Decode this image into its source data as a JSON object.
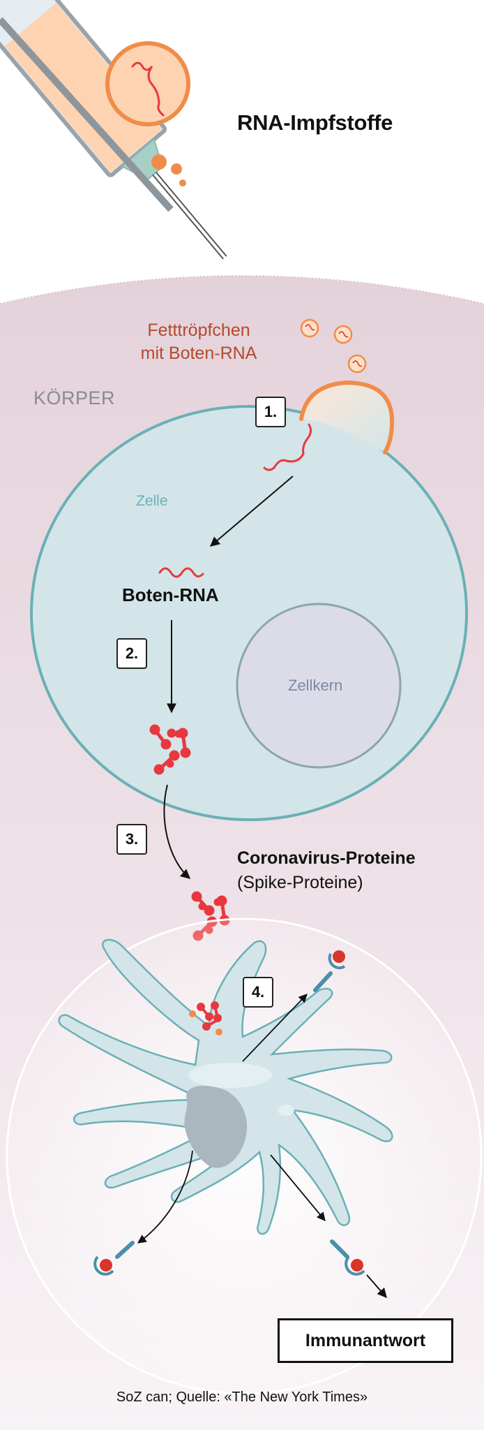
{
  "title": "RNA-Impfstoffe",
  "labels": {
    "fetttropfchen_line1": "Fetttröpfchen",
    "fetttropfchen_line2": "mit Boten-RNA",
    "koerper": "KÖRPER",
    "zelle": "Zelle",
    "boten_rna": "Boten-RNA",
    "zellkern": "Zellkern",
    "coronavirus_proteine": "Coronavirus-Proteine",
    "spike_proteine": "(Spike-Proteine)",
    "immunantwort": "Immunantwort"
  },
  "steps": [
    "1.",
    "2.",
    "3.",
    "4."
  ],
  "credit": "SoZ can; Quelle: «The New York Times»",
  "colors": {
    "body_background": "#e8d8e0",
    "cell_fill": "#d3e5e8",
    "cell_border": "#6ab0b6",
    "nucleus_fill": "#dcdbe8",
    "lipid_droplet": "#f08c4a",
    "rna": "#e8383f",
    "protein": "#e8383f",
    "title_text": "#111111",
    "fetttropfchen_text": "#b34a2e"
  },
  "icons": [
    "syringe-icon",
    "lipid-droplet-icon",
    "rna-strand-icon",
    "spike-protein-icon",
    "immune-cell-icon",
    "receptor-icon"
  ]
}
